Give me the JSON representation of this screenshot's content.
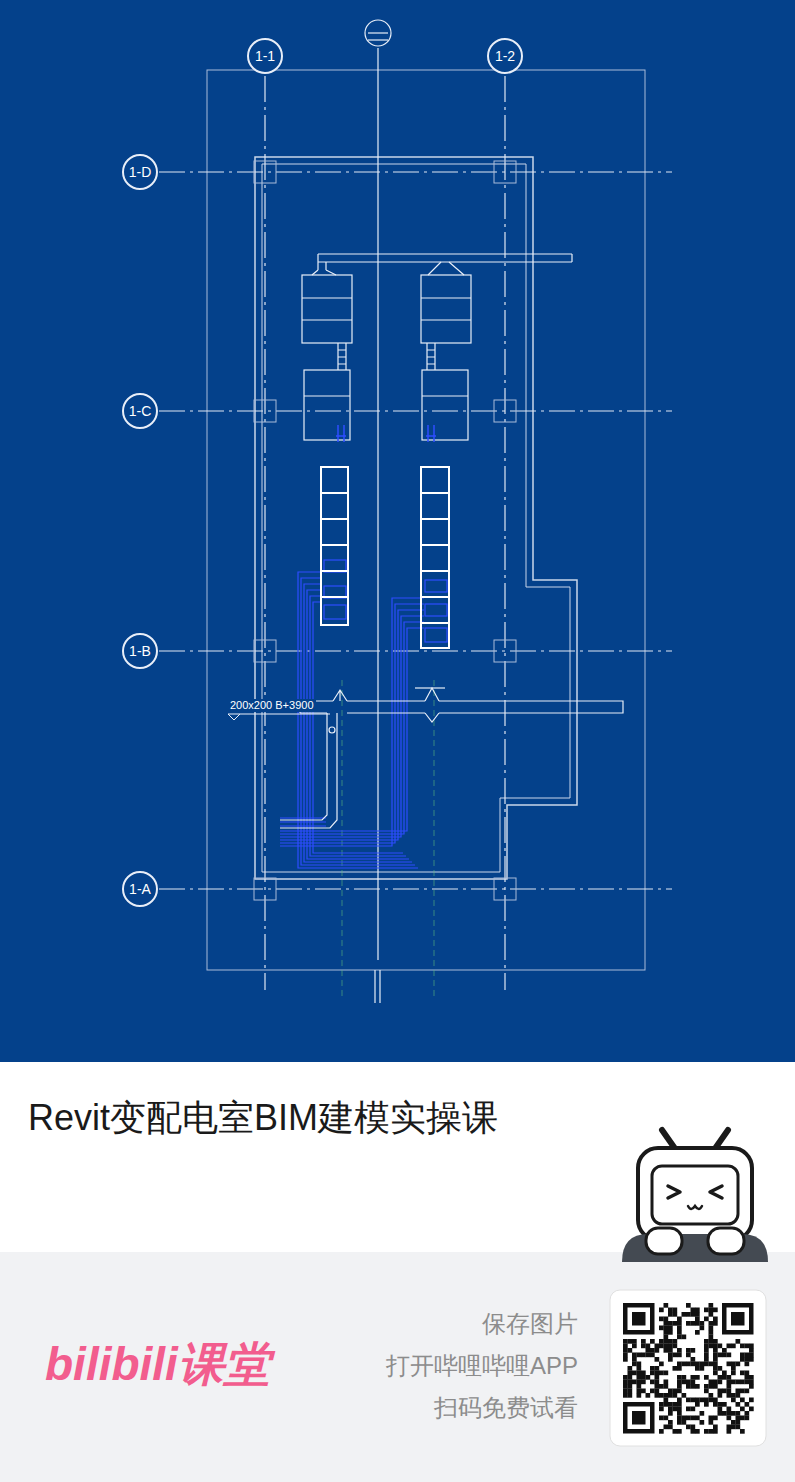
{
  "diagram": {
    "title": "Revit变配电室BIM建模实操课",
    "nodes": [
      {
        "text": [
          "1-1"
        ]
      },
      {
        "text": [
          "1-2"
        ]
      },
      {
        "text": [
          "1-D"
        ]
      },
      {
        "text": [
          "1-C"
        ]
      },
      {
        "text": [
          "1-B"
        ]
      },
      {
        "text": [
          "1-A"
        ]
      }
    ],
    "labels": [
      "200x200 B+3900",
      "bilibili课堂",
      "保存图片",
      "打开哔哩哔哩APP",
      "扫码免费试看"
    ]
  }
}
